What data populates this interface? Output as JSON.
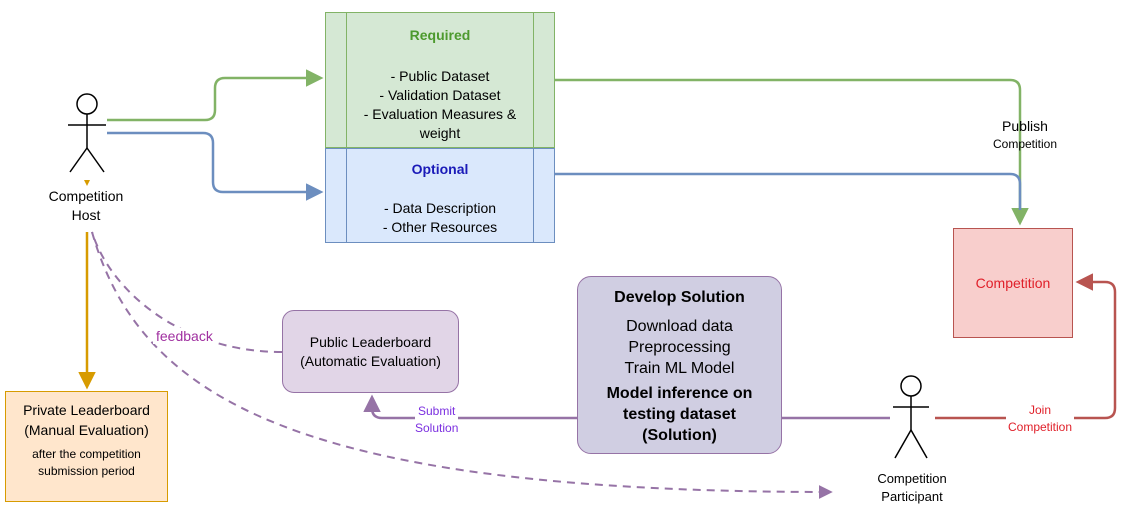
{
  "host": {
    "label_line1": "Competition",
    "label_line2": "Host"
  },
  "participant": {
    "label_line1": "Competition",
    "label_line2": "Participant"
  },
  "required": {
    "title": "Required",
    "items": [
      "- Public Dataset",
      "- Validation Dataset",
      "- Evaluation Measures &",
      "weight"
    ]
  },
  "optional": {
    "title": "Optional",
    "items": [
      "- Data Description",
      "- Other Resources"
    ]
  },
  "publish": {
    "line1": "Publish",
    "line2": "Competition"
  },
  "competition": {
    "label": "Competition"
  },
  "public_leaderboard": {
    "line1": "Public Leaderboard",
    "line2": "(Automatic Evaluation)"
  },
  "develop": {
    "title": "Develop Solution",
    "steps": [
      "Download data",
      "Preprocessing",
      "Train ML Model"
    ],
    "bold_lines": [
      "Model inference on",
      "testing dataset",
      "(Solution)"
    ]
  },
  "private_leaderboard": {
    "line1": "Private Leaderboard",
    "line2": "(Manual Evaluation)",
    "note1": "after the competition",
    "note2": "submission period"
  },
  "edges": {
    "feedback": "feedback",
    "submit_line1": "Submit",
    "submit_line2": "Solution",
    "join_line1": "Join",
    "join_line2": "Competition"
  },
  "colors": {
    "green": "#82b366",
    "blue": "#6c8ebf",
    "orange": "#d79b00",
    "purple": "#9673a6",
    "red": "#b85450"
  }
}
